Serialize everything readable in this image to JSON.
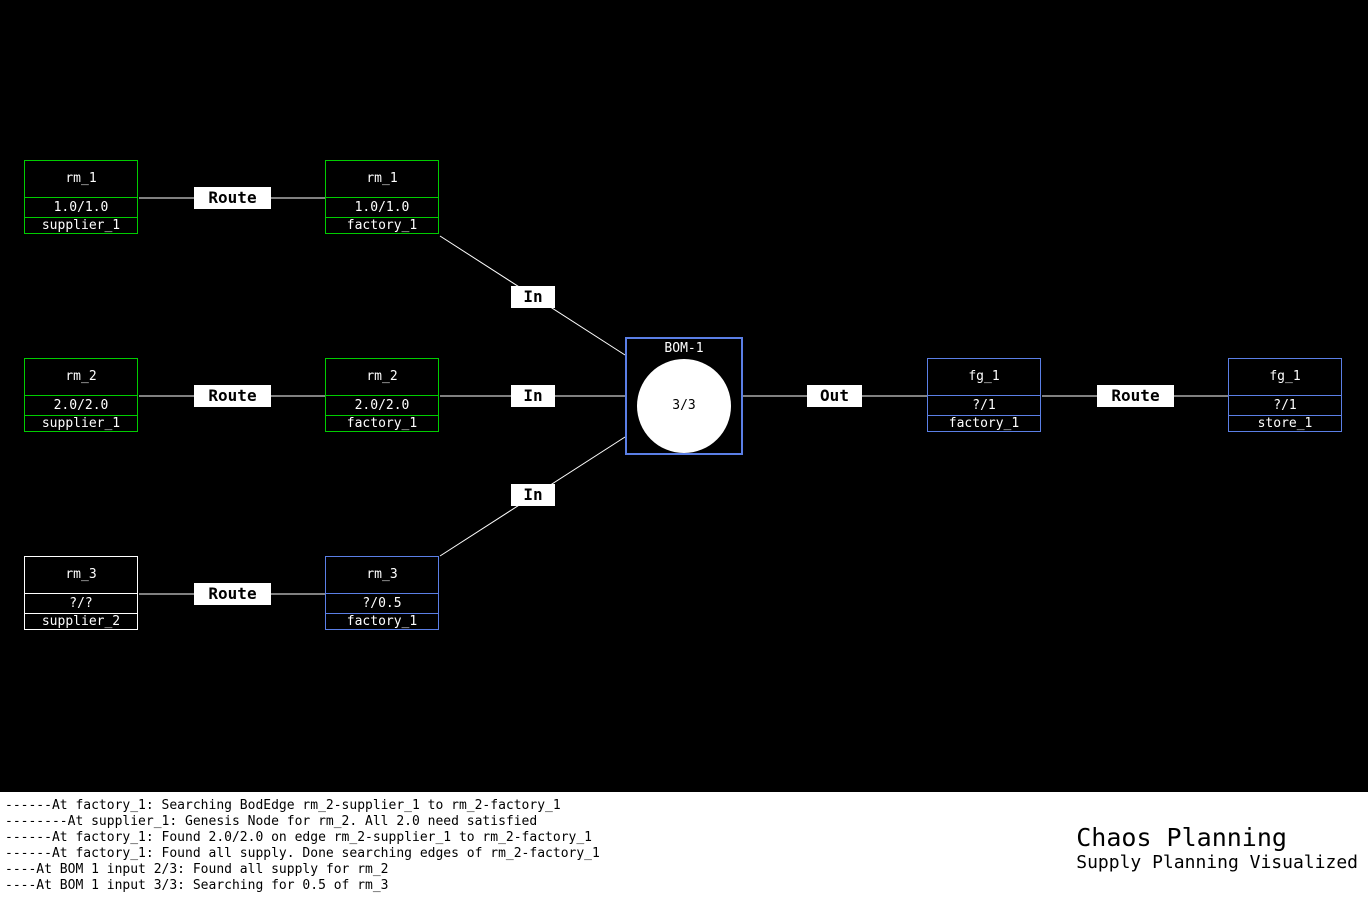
{
  "nodes": {
    "rm1_supplier1": {
      "name": "rm_1",
      "qty": "1.0/1.0",
      "location": "supplier_1",
      "status": "satisfied"
    },
    "rm1_factory1": {
      "name": "rm_1",
      "qty": "1.0/1.0",
      "location": "factory_1",
      "status": "satisfied"
    },
    "rm2_supplier1": {
      "name": "rm_2",
      "qty": "2.0/2.0",
      "location": "supplier_1",
      "status": "satisfied"
    },
    "rm2_factory1": {
      "name": "rm_2",
      "qty": "2.0/2.0",
      "location": "factory_1",
      "status": "satisfied"
    },
    "rm3_supplier2": {
      "name": "rm_3",
      "qty": "?/?",
      "location": "supplier_2",
      "status": "unvisited"
    },
    "rm3_factory1": {
      "name": "rm_3",
      "qty": "?/0.5",
      "location": "factory_1",
      "status": "active"
    },
    "fg1_factory1": {
      "name": "fg_1",
      "qty": "?/1",
      "location": "factory_1",
      "status": "active"
    },
    "fg1_store1": {
      "name": "fg_1",
      "qty": "?/1",
      "location": "store_1",
      "status": "active"
    }
  },
  "bom": {
    "title": "BOM-1",
    "progress": "3/3"
  },
  "edge_labels": {
    "route": "Route",
    "in": "In",
    "out": "Out"
  },
  "colors": {
    "satisfied": "#00cc00",
    "active": "#5b7fe6",
    "unvisited": "#ffffff",
    "background": "#000000",
    "console_background": "#ffffff"
  },
  "log": [
    "------At factory_1: Searching BodEdge rm_2-supplier_1 to rm_2-factory_1",
    "--------At supplier_1: Genesis Node for rm_2. All 2.0 need satisfied",
    "------At factory_1: Found 2.0/2.0 on edge rm_2-supplier_1 to rm_2-factory_1",
    "------At factory_1: Found all supply. Done searching edges of rm_2-factory_1",
    "----At BOM 1 input 2/3: Found all supply for rm_2",
    "----At BOM 1 input 3/3: Searching for 0.5 of rm_3"
  ],
  "brand": {
    "title": "Chaos Planning",
    "subtitle": "Supply Planning Visualized"
  }
}
